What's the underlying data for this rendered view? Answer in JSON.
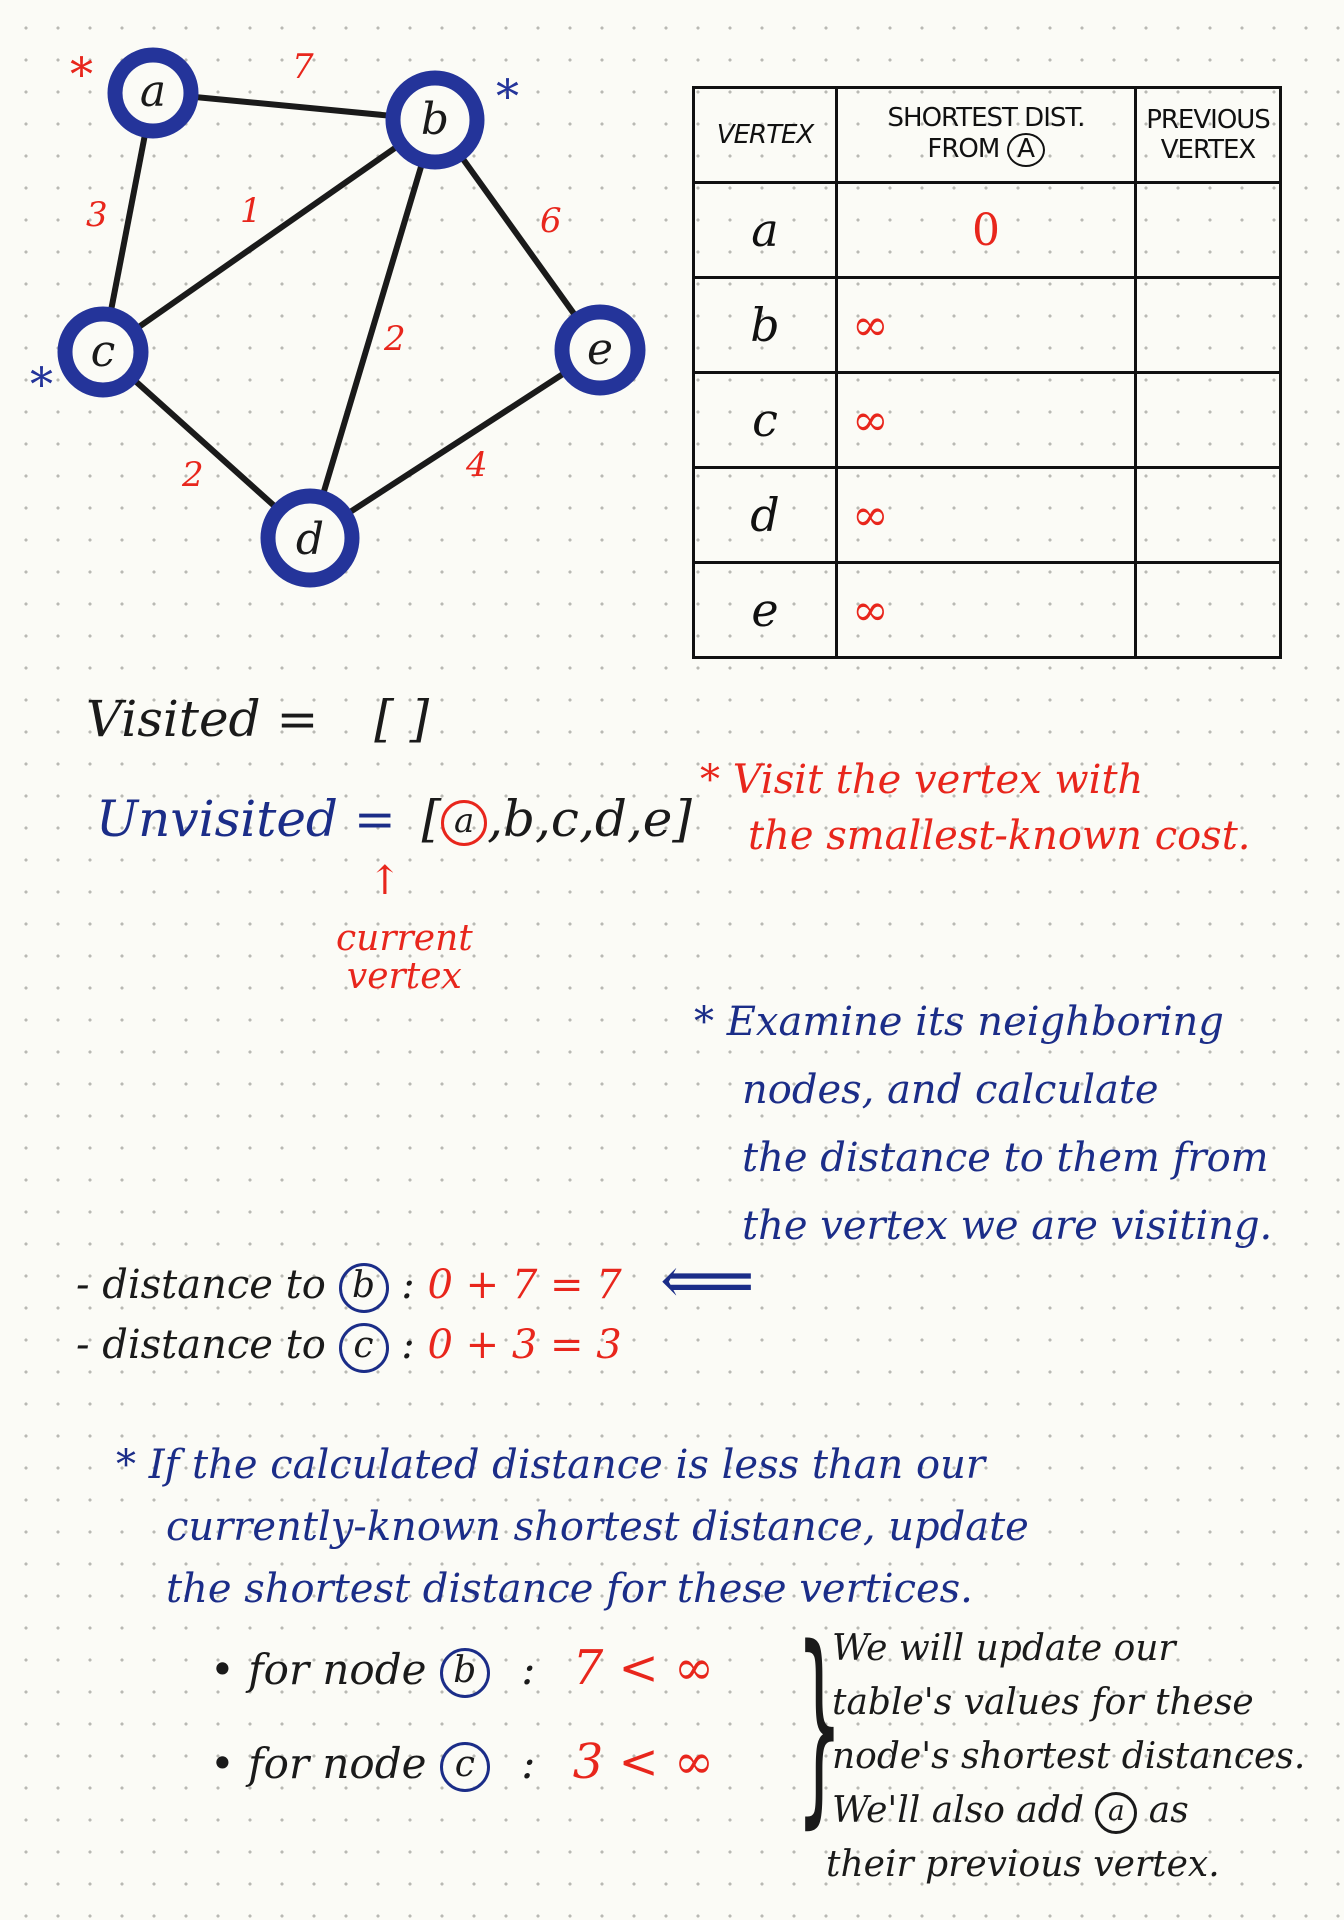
{
  "graph": {
    "nodes": [
      {
        "id": "a",
        "label": "a"
      },
      {
        "id": "b",
        "label": "b"
      },
      {
        "id": "c",
        "label": "c"
      },
      {
        "id": "d",
        "label": "d"
      },
      {
        "id": "e",
        "label": "e"
      }
    ],
    "edges": [
      {
        "from": "a",
        "to": "b",
        "weight": "7"
      },
      {
        "from": "a",
        "to": "c",
        "weight": "3"
      },
      {
        "from": "b",
        "to": "c",
        "weight": "1"
      },
      {
        "from": "b",
        "to": "d",
        "weight": "2"
      },
      {
        "from": "b",
        "to": "e",
        "weight": "6"
      },
      {
        "from": "c",
        "to": "d",
        "weight": "2"
      },
      {
        "from": "d",
        "to": "e",
        "weight": "4"
      }
    ],
    "marks": {
      "red_star": "*",
      "blue_star": "*"
    },
    "colors": {
      "node_ring": "#24349a",
      "weight": "#e8261c",
      "edge": "#1a1a1a"
    }
  },
  "table": {
    "headers": {
      "vertex": "Vertex",
      "shortest_line1": "Shortest Dist.",
      "shortest_line2": "From",
      "shortest_circle": "a",
      "previous_line1": "Previous",
      "previous_line2": "Vertex"
    },
    "rows": [
      {
        "vertex": "a",
        "dist": "0",
        "prev": ""
      },
      {
        "vertex": "b",
        "dist": "∞",
        "prev": ""
      },
      {
        "vertex": "c",
        "dist": "∞",
        "prev": ""
      },
      {
        "vertex": "d",
        "dist": "∞",
        "prev": ""
      },
      {
        "vertex": "e",
        "dist": "∞",
        "prev": ""
      }
    ]
  },
  "state": {
    "visited_label": "Visited =",
    "visited_value": "[ ]",
    "unvisited_label": "Unvisited =",
    "unvisited_open": "[",
    "unvisited_current": "a",
    "unvisited_rest": ",b,c,d,e]",
    "arrow": "↑",
    "current_line1": "current",
    "current_line2": "vertex"
  },
  "notes": {
    "visit_line1": "* Visit the vertex with",
    "visit_line2": "the smallest-known cost.",
    "examine_line1": "* Examine its neighboring",
    "examine_line2": "nodes, and calculate",
    "examine_line3": "the distance to them from",
    "examine_line4": "the vertex we are visiting.",
    "back_arrow": "⟸"
  },
  "calcs": [
    {
      "prefix": "- distance to",
      "node": "b",
      "sep": ":",
      "expr": "0 + 7 = 7"
    },
    {
      "prefix": "- distance to",
      "node": "c",
      "sep": ":",
      "expr": "0 + 3 = 3"
    }
  ],
  "update": {
    "line1": "* If the calculated distance is less than our",
    "line2": "currently-known shortest distance, update",
    "line3": "the shortest distance for these vertices.",
    "bullets": [
      {
        "prefix": "• for node",
        "node": "b",
        "sep": ":",
        "cmp": "7 < ∞"
      },
      {
        "prefix": "• for node",
        "node": "c",
        "sep": ":",
        "cmp": "3 < ∞"
      }
    ],
    "brace": "}",
    "note_line1": "We will update our",
    "note_line2": "table's values for these",
    "note_line3": "node's shortest distances.",
    "note_line4_pre": "We'll also add",
    "note_line4_node": "a",
    "note_line4_post": "as",
    "note_line5": "their previous vertex."
  }
}
